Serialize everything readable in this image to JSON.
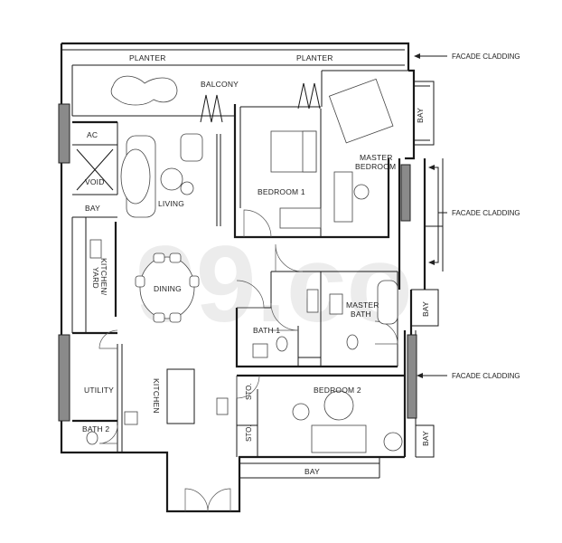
{
  "labels": {
    "planter_left": "PLANTER",
    "planter_right": "PLANTER",
    "balcony": "BALCONY",
    "ac": "AC",
    "void": "VOID",
    "bay_left": "BAY",
    "living": "LIVING",
    "bedroom1": "BEDROOM 1",
    "master_bedroom_1": "MASTER",
    "master_bedroom_2": "BEDROOM",
    "bay_master": "BAY",
    "kitchen_yard_1": "KITCHEN/",
    "kitchen_yard_2": "YARD",
    "dining": "DINING",
    "master_bath_1": "MASTER",
    "master_bath_2": "BATH",
    "bay_bath": "BAY",
    "bath1": "BATH 1",
    "utility": "UTILITY",
    "kitchen": "KITCHEN",
    "sto_1": "STO.",
    "sto_2": "STO.",
    "bedroom2": "BEDROOM 2",
    "bay_bed2_side": "BAY",
    "bay_bottom": "BAY",
    "bath2": "BATH 2"
  },
  "callouts": {
    "facade_1": "FACADE CLADDING",
    "facade_2": "FACADE CLADDING",
    "facade_3": "FACADE CLADDING"
  },
  "watermark": "99.co"
}
